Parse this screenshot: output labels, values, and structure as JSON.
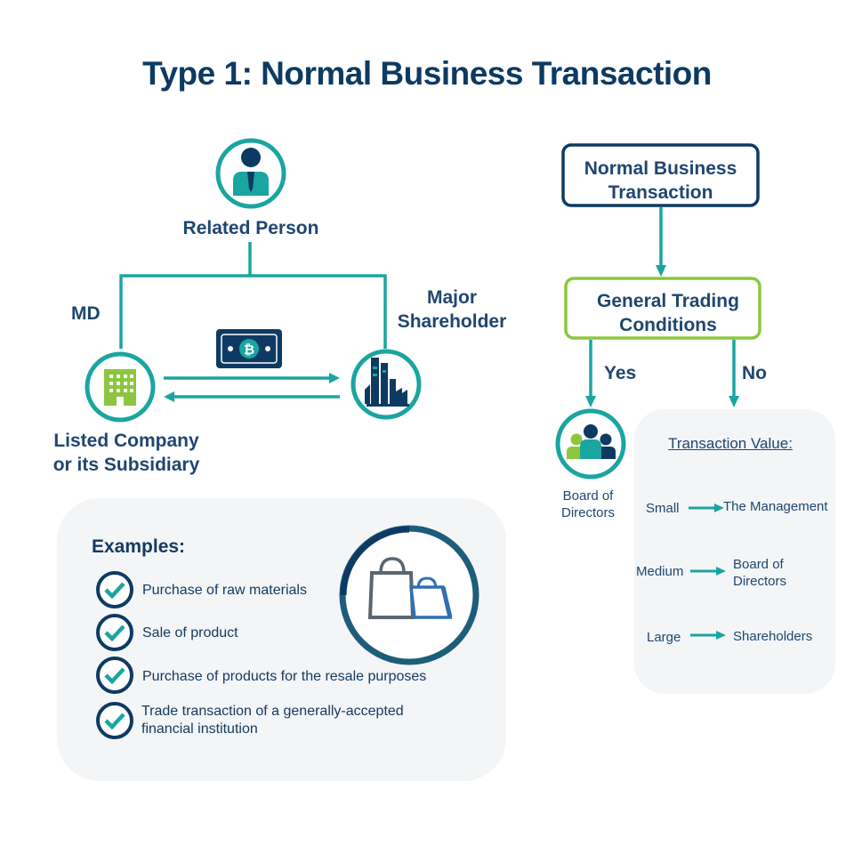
{
  "title": "Type 1: Normal Business Transaction",
  "left": {
    "related_person": "Related Person",
    "md": "MD",
    "major_shareholder_1": "Major",
    "major_shareholder_2": "Shareholder",
    "listed_company_1": "Listed Company",
    "listed_company_2": "or its Subsidiary"
  },
  "flow": {
    "normal_box_1": "Normal Business",
    "normal_box_2": "Transaction",
    "general_box_1": "General Trading",
    "general_box_2": "Conditions",
    "yes": "Yes",
    "no": "No",
    "board_1": "Board of",
    "board_2": "Directors",
    "value_title": "Transaction Value:",
    "tiers": [
      {
        "size": "Small",
        "approver_1": "The Management",
        "approver_2": ""
      },
      {
        "size": "Medium",
        "approver_1": "Board of",
        "approver_2": "Directors"
      },
      {
        "size": "Large",
        "approver_1": "Shareholders",
        "approver_2": ""
      }
    ]
  },
  "examples": {
    "title": "Examples:",
    "items": [
      {
        "line1": "Purchase of raw materials",
        "line2": ""
      },
      {
        "line1": "Sale of product",
        "line2": ""
      },
      {
        "line1": "Purchase of products for the resale purposes",
        "line2": ""
      },
      {
        "line1": "Trade transaction of a generally-accepted",
        "line2": "financial institution"
      }
    ]
  },
  "colors": {
    "navy": "#0d3a63",
    "teal": "#1aa5a0",
    "green": "#8cc63f",
    "panel": "#f3f5f7"
  },
  "icons": [
    "person-icon",
    "building-icon",
    "factory-icon",
    "banknote-icon",
    "board-people-icon",
    "shopping-bags-icon",
    "check-icon"
  ]
}
